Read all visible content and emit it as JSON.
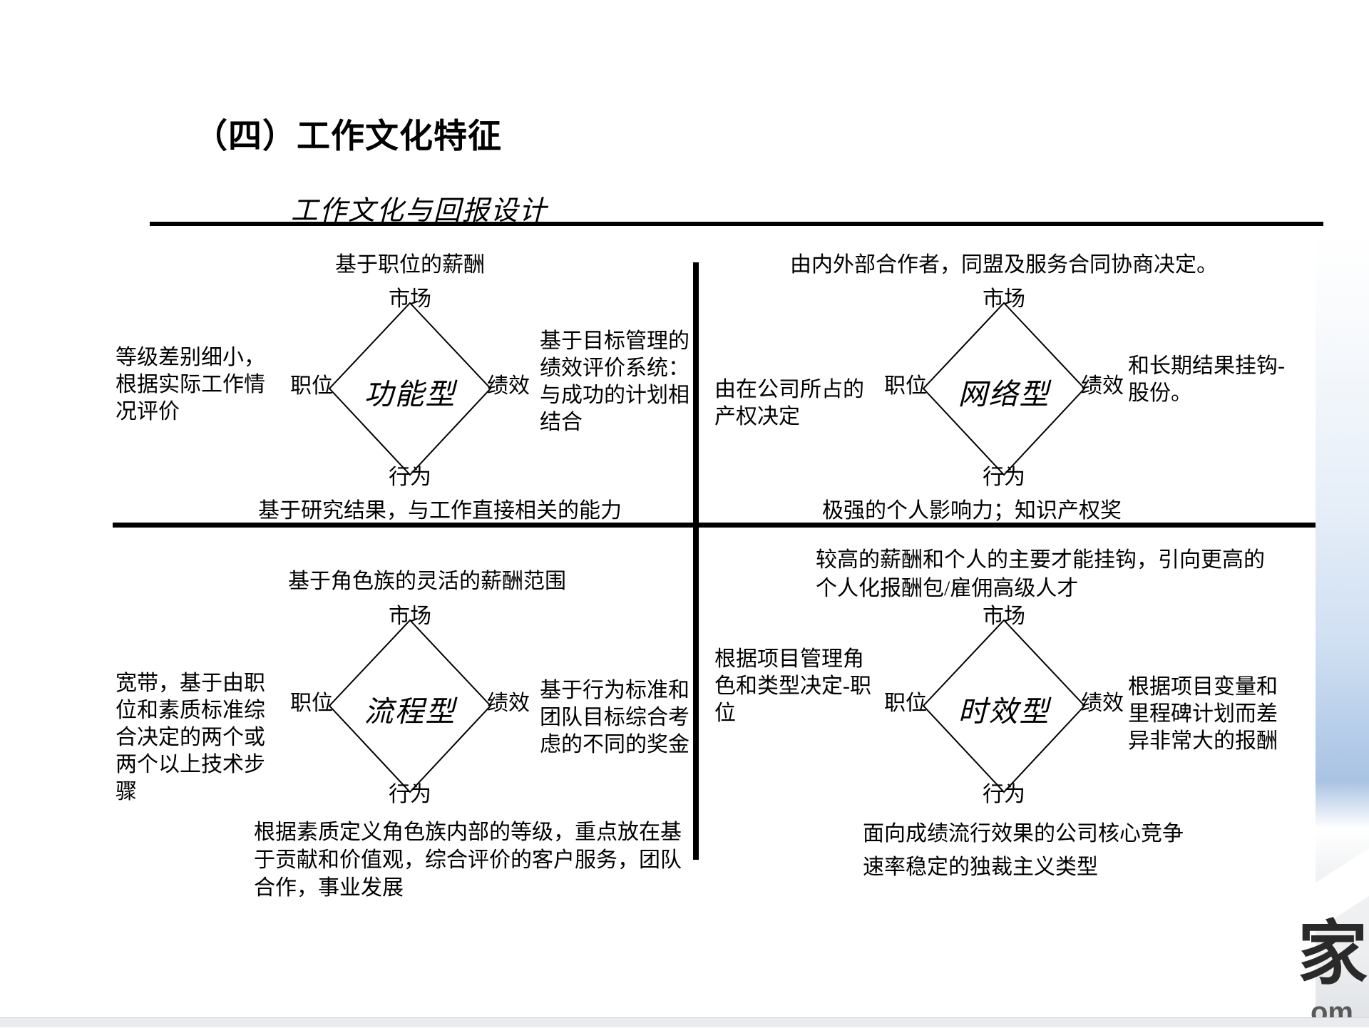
{
  "page": {
    "title": "（四）工作文化特征",
    "subtitle": "工作文化与回报设计",
    "watermark_char": "家",
    "watermark_suffix": "om"
  },
  "axis_labels": {
    "top": "市场",
    "left": "职位",
    "right": "绩效",
    "bottom": "行为"
  },
  "quadrants": [
    {
      "name": "functional",
      "type_label": "功能型",
      "top_caption": "基于职位的薪酬",
      "left_caption": "等级差别细小，\n根据实际工作情\n况评价",
      "right_caption": "基于目标管理的\n绩效评价系统：\n与成功的计划相\n结合",
      "bottom_caption": "基于研究结果，与工作直接相关的能力"
    },
    {
      "name": "network",
      "type_label": "网络型",
      "top_caption": "由内外部合作者，同盟及服务合同协商决定。",
      "left_caption": "由在公司所占的\n产权决定",
      "right_caption": "和长期结果挂钩-\n股份。",
      "bottom_caption": "极强的个人影响力；知识产权奖"
    },
    {
      "name": "process",
      "type_label": "流程型",
      "top_caption": "基于角色族的灵活的薪酬范围",
      "left_caption": "宽带，基于由职\n位和素质标准综\n合决定的两个或\n两个以上技术步\n骤",
      "right_caption": "基于行为标准和\n团队目标综合考\n虑的不同的奖金",
      "bottom_caption": "根据素质定义角色族内部的等级，重点放在基\n于贡献和价值观，综合评价的客户服务，团队\n合作，事业发展"
    },
    {
      "name": "time",
      "type_label": "时效型",
      "top_caption": "较高的薪酬和个人的主要才能挂钩，引向更高的\n个人化报酬包/雇佣高级人才",
      "left_caption": "根据项目管理角\n色和类型决定-职\n位",
      "right_caption": "根据项目变量和\n里程碑计划而差\n异非常大的报酬",
      "bottom_caption": "面向成绩流行效果的公司核心竞争\n速率稳定的独裁主义类型"
    }
  ],
  "colors": {
    "text": "#000000",
    "line": "#000000",
    "strip_blue": "#a9c3e3",
    "watermark": "#2a2a2a"
  }
}
